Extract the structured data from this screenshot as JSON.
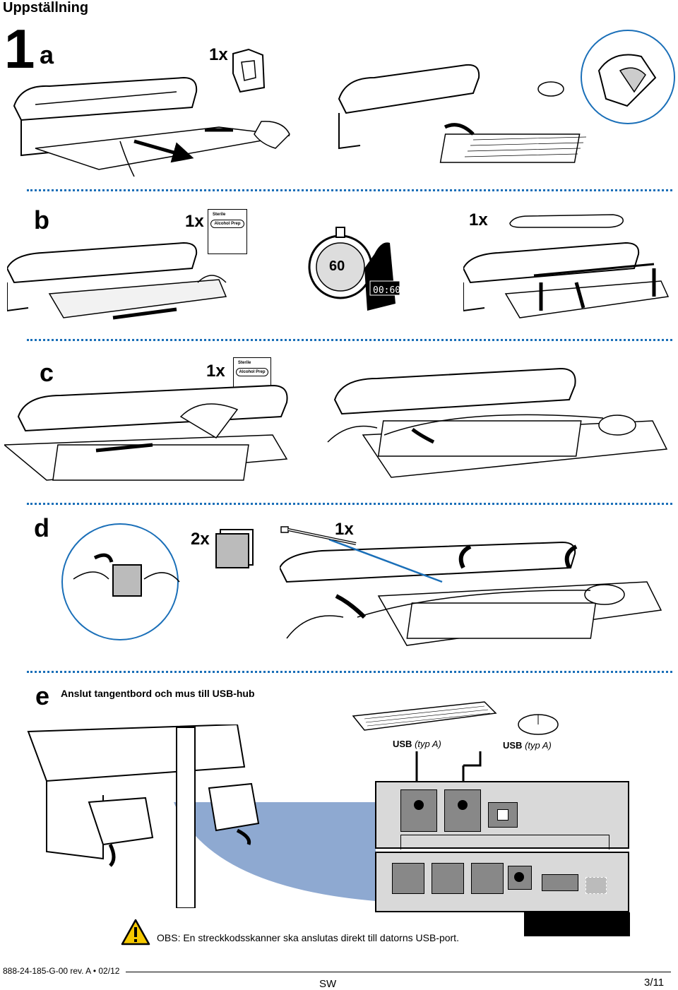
{
  "header": {
    "title": "Uppställning"
  },
  "section": {
    "number": "1"
  },
  "steps": {
    "a": {
      "letter": "a",
      "qty1": "1x"
    },
    "b": {
      "letter": "b",
      "qty_wipe": "1x",
      "qty_pad": "1x",
      "wipe_label1": "Sterile",
      "wipe_label2": "Alcohol Prep",
      "timer": "60",
      "display": "00:60"
    },
    "c": {
      "letter": "c",
      "qty_wipe": "1x",
      "wipe_label1": "Sterile",
      "wipe_label2": "Alcohol Prep"
    },
    "d": {
      "letter": "d",
      "qty_clip": "2x",
      "qty_tie": "1x"
    },
    "e": {
      "letter": "e",
      "caption": "Anslut tangentbord och mus till USB-hub",
      "usb_keyboard_bold": "USB",
      "usb_keyboard_type": "(typ A)",
      "usb_mouse_bold": "USB",
      "usb_mouse_type": "(typ A)"
    }
  },
  "warning": {
    "text": "OBS: En streckkodsskanner ska anslutas direkt till datorns USB-port."
  },
  "footer": {
    "doc_code": "888-24-185-G-00 rev. A • 02/12",
    "language": "SW",
    "page": "3/11"
  },
  "colors": {
    "accent": "#1a6fb8",
    "hub": "#d9d9d9",
    "blue_fill": "#8ea9d1",
    "warning": "#f5c800"
  }
}
